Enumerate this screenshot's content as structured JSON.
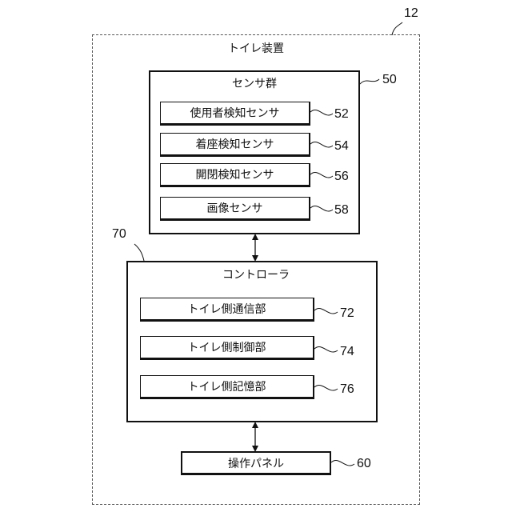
{
  "device": {
    "ref": "12",
    "label": "トイレ装置"
  },
  "sensor_group": {
    "ref": "50",
    "label": "センサ群",
    "items": [
      {
        "ref": "52",
        "label": "使用者検知センサ"
      },
      {
        "ref": "54",
        "label": "着座検知センサ"
      },
      {
        "ref": "56",
        "label": "開閉検知センサ"
      },
      {
        "ref": "58",
        "label": "画像センサ"
      }
    ]
  },
  "controller": {
    "ref": "70",
    "label": "コントローラ",
    "items": [
      {
        "ref": "72",
        "label": "トイレ側通信部"
      },
      {
        "ref": "74",
        "label": "トイレ側制御部"
      },
      {
        "ref": "76",
        "label": "トイレ側記憶部"
      }
    ]
  },
  "panel": {
    "ref": "60",
    "label": "操作パネル"
  }
}
